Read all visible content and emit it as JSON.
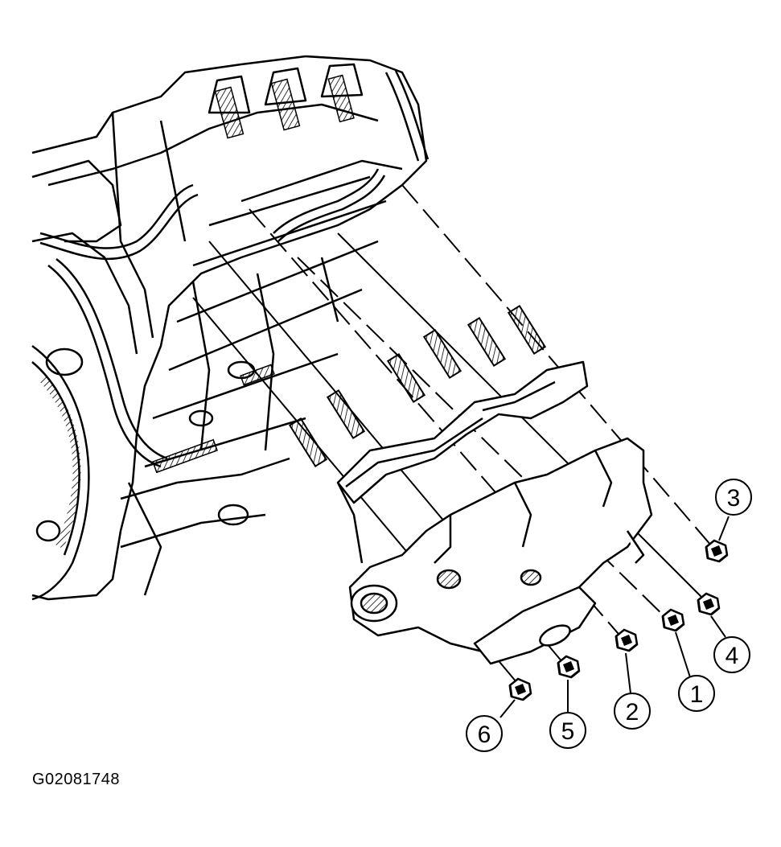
{
  "figure_id": "G02081748",
  "callouts": [
    "1",
    "2",
    "3",
    "4",
    "5",
    "6"
  ],
  "colors": {
    "ink": "#000000",
    "paper": "#ffffff"
  },
  "icons": [
    "engine-block-illustration",
    "exhaust-manifold-illustration",
    "stud-icon",
    "nut-icon",
    "heat-shield-illustration",
    "flywheel-illustration"
  ]
}
